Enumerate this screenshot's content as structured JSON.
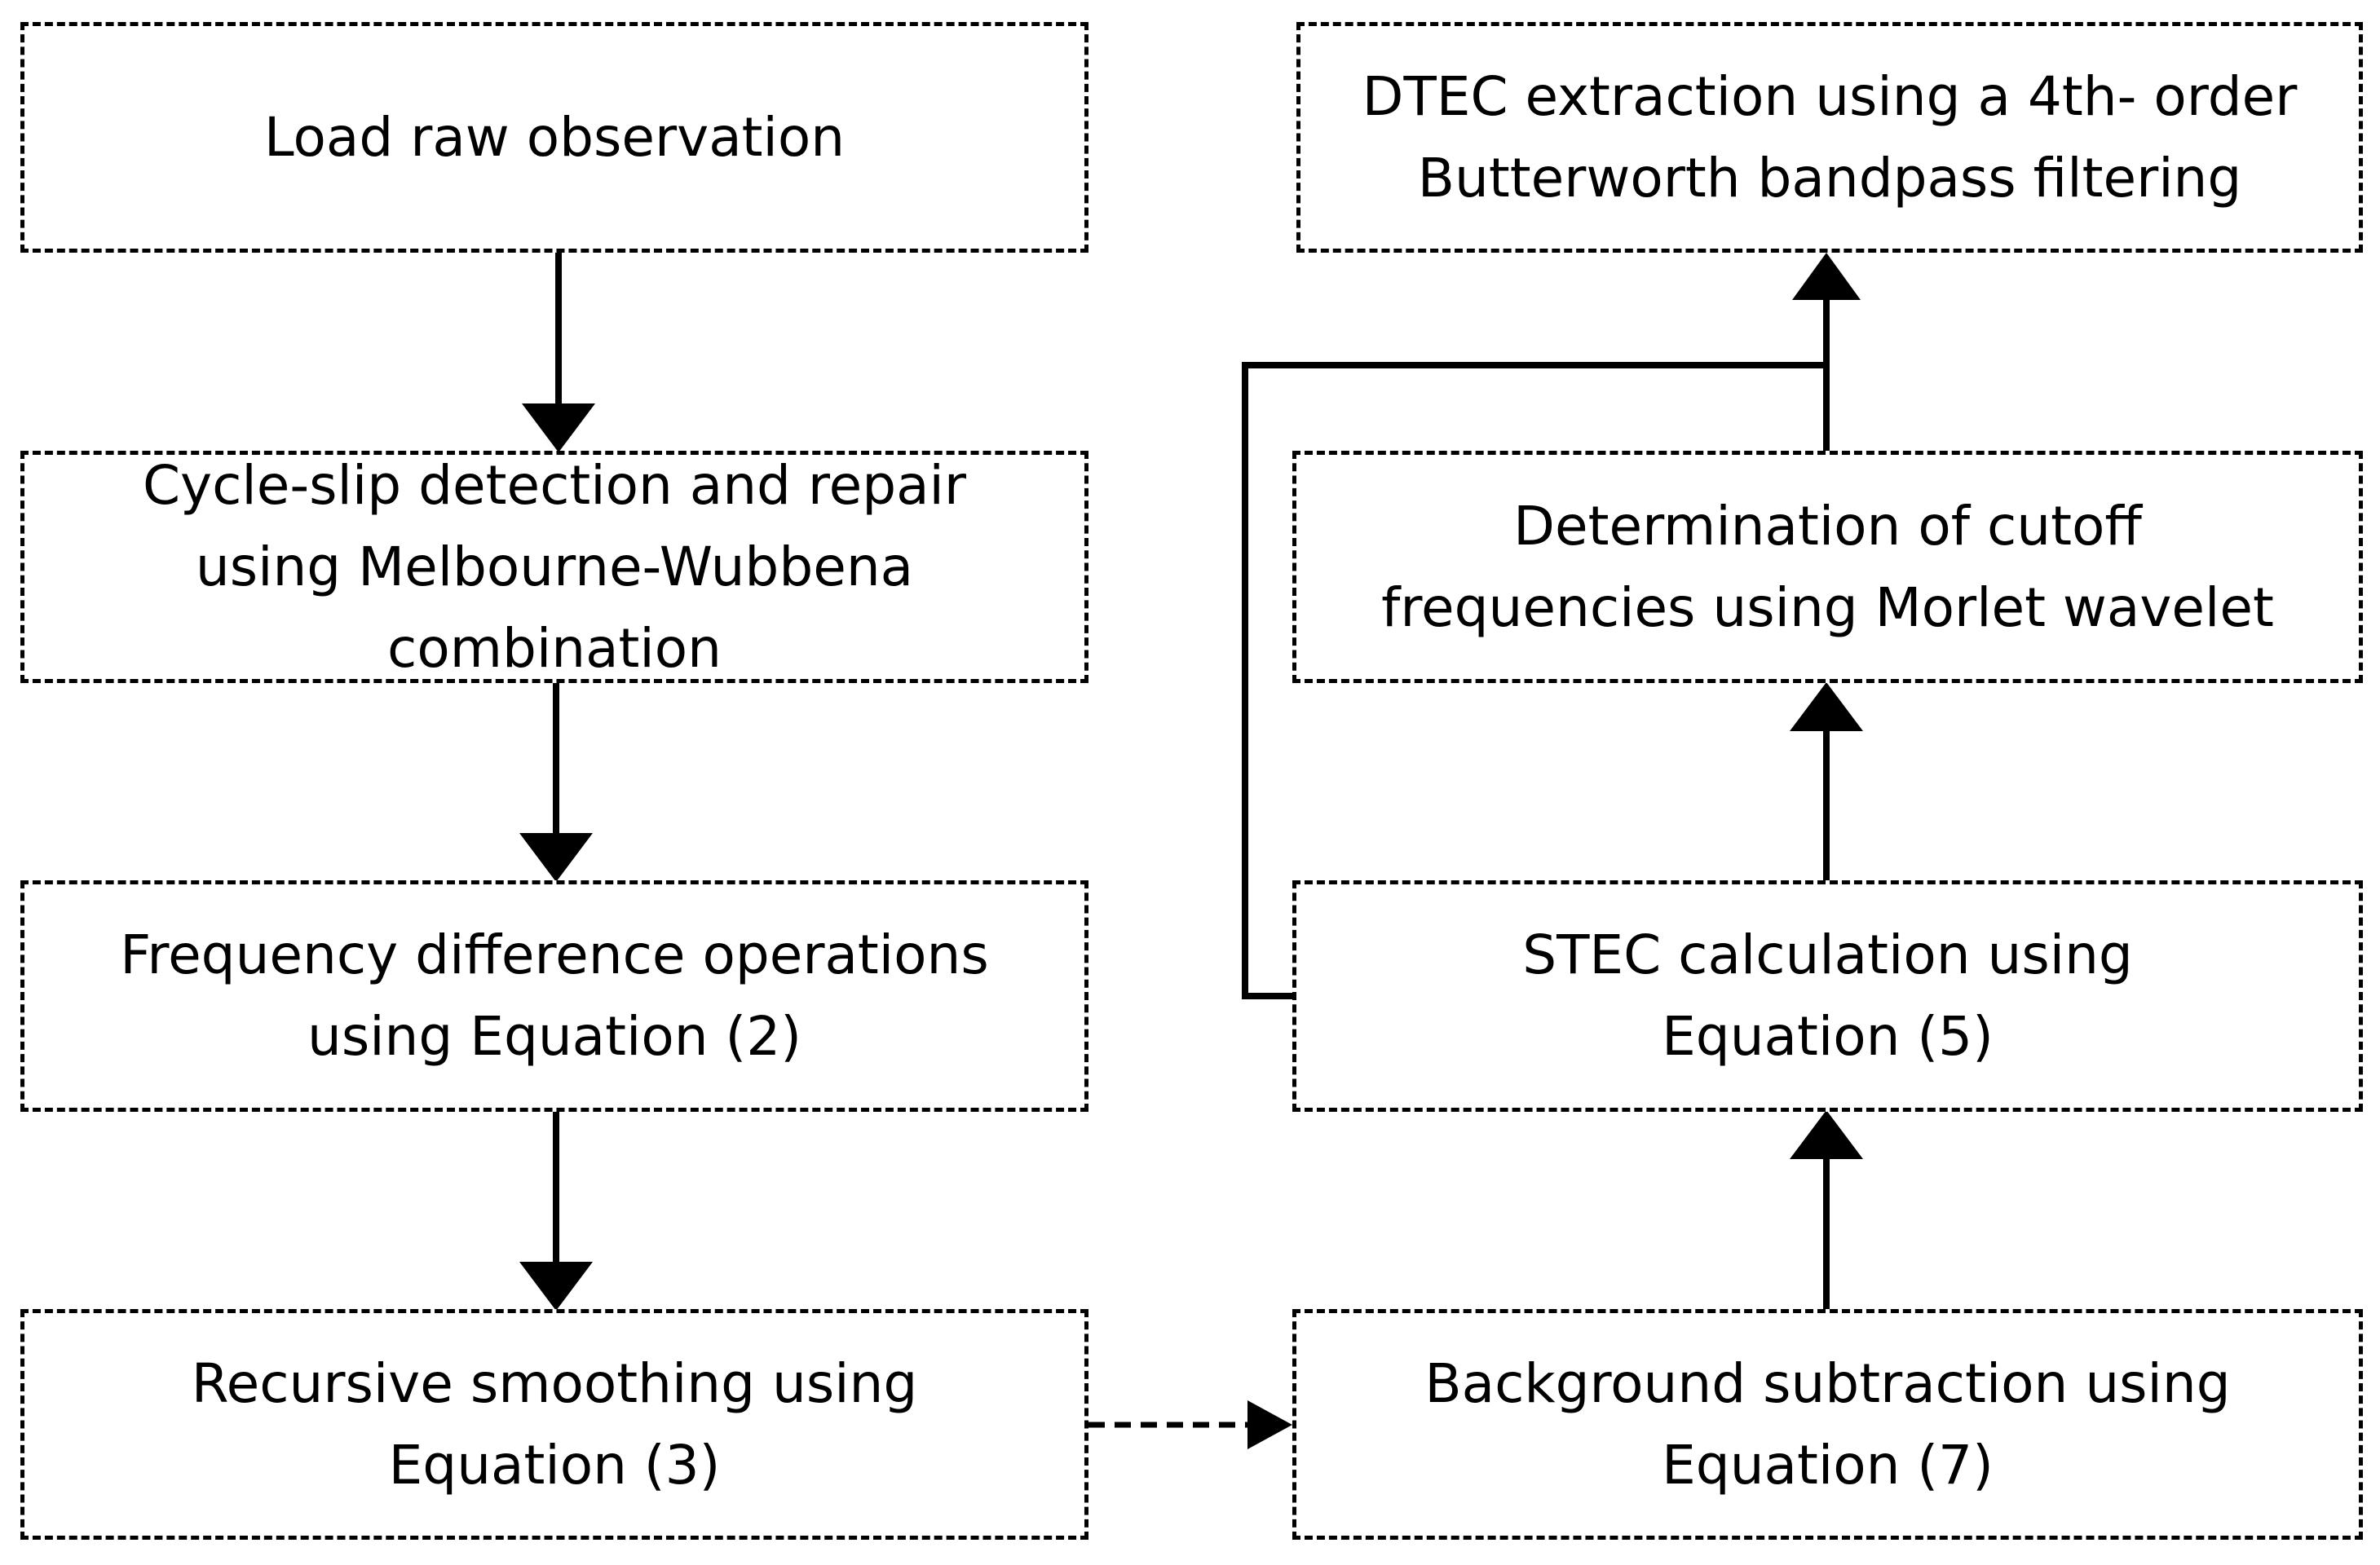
{
  "boxes": {
    "load_raw": {
      "lines": [
        "Load raw observation"
      ]
    },
    "cycle_slip": {
      "lines": [
        "Cycle-slip detection and repair",
        "using Melbourne-Wubbena",
        "combination"
      ]
    },
    "freq_diff": {
      "lines": [
        "Frequency difference operations",
        "using Equation (2)"
      ]
    },
    "recursive": {
      "lines": [
        "Recursive smoothing using",
        "Equation (3)"
      ]
    },
    "background": {
      "lines": [
        "Background subtraction using",
        "Equation (7)"
      ]
    },
    "stec": {
      "lines": [
        "STEC calculation using",
        "Equation (5)"
      ]
    },
    "cutoff": {
      "lines": [
        "Determination of cutoff",
        "frequencies using Morlet wavelet"
      ]
    },
    "dtec": {
      "lines": [
        "DTEC extraction using a 4th- order",
        "Butterworth bandpass filtering"
      ]
    }
  }
}
